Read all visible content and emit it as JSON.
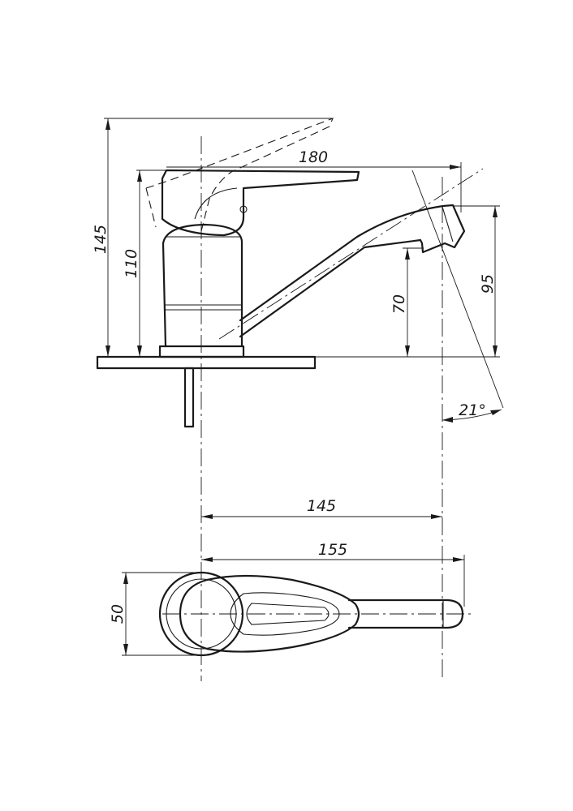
{
  "dimensions": {
    "height_total": "145",
    "height_body": "110",
    "spout_reach": "180",
    "spout_height_outlet": "70",
    "spout_height_top": "95",
    "spout_angle": "21°",
    "center_to_outlet": "145",
    "center_to_tip": "155",
    "body_width": "50"
  }
}
